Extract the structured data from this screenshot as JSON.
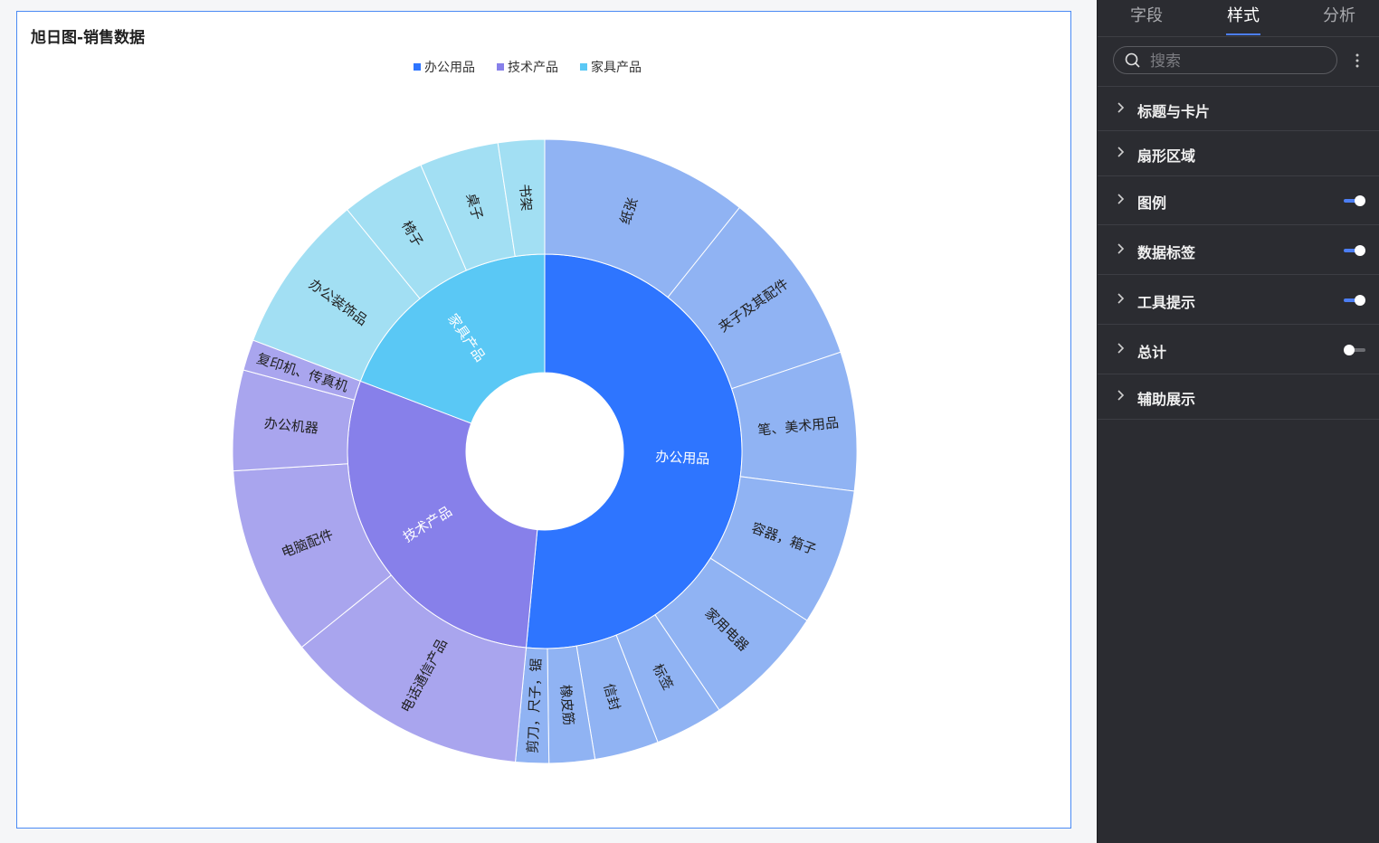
{
  "colors": {
    "accent": "#4c7ef3",
    "office": "#2e75ff",
    "tech": "#8780ea",
    "furniture": "#5ac8f5"
  },
  "chart_data": {
    "type": "sunburst",
    "title": "旭日图-销售数据",
    "legend_position": "top-center",
    "legend": [
      "办公用品",
      "技术产品",
      "家具产品"
    ],
    "series": [
      {
        "name": "办公用品",
        "value": 51.5,
        "children": [
          {
            "name": "纸张",
            "value": 10.0
          },
          {
            "name": "夹子及其配件",
            "value": 8.5
          },
          {
            "name": "笔、美术用品",
            "value": 6.7
          },
          {
            "name": "容器，箱子",
            "value": 6.6
          },
          {
            "name": "家用电器",
            "value": 6.0
          },
          {
            "name": "标签",
            "value": 3.3
          },
          {
            "name": "信封",
            "value": 3.1
          },
          {
            "name": "橡皮筋",
            "value": 2.2
          },
          {
            "name": "剪刀，尺子，锯",
            "value": 1.6
          }
        ]
      },
      {
        "name": "技术产品",
        "value": 29.3,
        "children": [
          {
            "name": "电话通信产品",
            "value": 12.7
          },
          {
            "name": "电脑配件",
            "value": 9.8
          },
          {
            "name": "办公机器",
            "value": 5.2
          },
          {
            "name": "复印机、传真机",
            "value": 1.6
          }
        ]
      },
      {
        "name": "家具产品",
        "value": 19.2,
        "children": [
          {
            "name": "办公装饰品",
            "value": 8.3
          },
          {
            "name": "椅子",
            "value": 4.4
          },
          {
            "name": "桌子",
            "value": 4.1
          },
          {
            "name": "书架",
            "value": 2.4
          }
        ]
      }
    ]
  },
  "panel": {
    "tabs": [
      "字段",
      "样式",
      "分析"
    ],
    "search_placeholder": "搜索",
    "sections": [
      {
        "label": "标题与卡片",
        "toggle": null
      },
      {
        "label": "扇形区域",
        "toggle": null
      },
      {
        "label": "图例",
        "toggle": true
      },
      {
        "label": "数据标签",
        "toggle": true
      },
      {
        "label": "工具提示",
        "toggle": true
      },
      {
        "label": "总计",
        "toggle": false
      },
      {
        "label": "辅助展示",
        "toggle": null
      }
    ]
  }
}
